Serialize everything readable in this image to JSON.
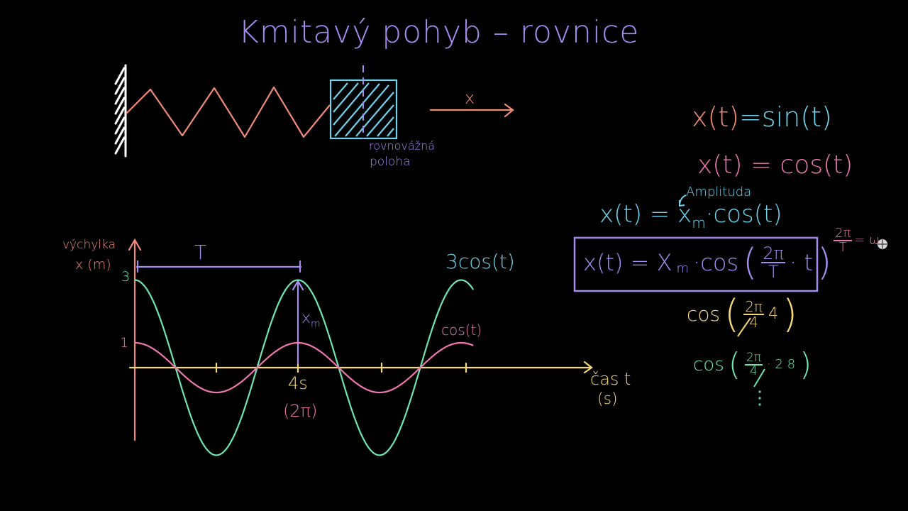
{
  "title": "Kmitavý pohyb – rovnice",
  "colors": {
    "background": "#000000",
    "title": "#a58cf0",
    "spring": "#f08a78",
    "block": "#6fd3ee",
    "equilibrium": "#a58cf0",
    "axis_y": "#f08a78",
    "axis_x": "#f5d77a",
    "cos_series": "#ee77b0",
    "three_cos_series": "#6ee6b4",
    "period": "#a58cf0",
    "wall": "#ffffff"
  },
  "spring_diagram": {
    "displacement_label": "x",
    "equilibrium_label_line1": "rovnovážná",
    "equilibrium_label_line2": "poloha"
  },
  "equations": {
    "eq1_lhs": "x(t)",
    "eq1_rhs": "=sin(t)",
    "eq2": "x(t) = cos(t)",
    "amplitude_note": "Amplituda",
    "eq3_lhs": "x(t) = x",
    "eq3_sub": "m",
    "eq3_rhs": "·cos(t)",
    "boxed_lhs": "x(t) = X",
    "boxed_sub": "m",
    "boxed_cos": "·cos",
    "boxed_frac_num": "2π",
    "boxed_frac_den": "T",
    "boxed_tail": "· t",
    "omega_num": "2π",
    "omega_den": "T",
    "omega_rhs": "= ω",
    "example1_cos": "cos",
    "example1_num": "2π",
    "example1_den": "4",
    "example1_arg": "4",
    "example2_cos": "cos",
    "example2_num": "2π",
    "example2_den": "4",
    "example2_arg": "· 2 8",
    "ellipsis": "⋮"
  },
  "graph": {
    "y_axis_label_line1": "výchylka",
    "y_axis_label_line2": "x (m)",
    "x_axis_label_line1": "čas t",
    "x_axis_label_line2": "(s)",
    "y_tick_3": "3",
    "y_tick_1": "1",
    "period_label": "T",
    "amplitude_label": "x",
    "amplitude_sub": "m",
    "x_tick_label": "4s",
    "x_tick_sublabel": "(2π)",
    "series_label_3cos": "3cos(t)",
    "series_label_cos": "cos(t)"
  },
  "chart_data": {
    "type": "line",
    "title": "Kmitavý pohyb – rovnice",
    "xlabel": "čas t (s)",
    "ylabel": "výchylka x (m)",
    "x": [
      0,
      1,
      2,
      3,
      4,
      5,
      6,
      7,
      8,
      8.3
    ],
    "x_tick_labels": [
      {
        "x": 4,
        "label": "4s (2π)"
      }
    ],
    "x_ticks": [
      0,
      2,
      4,
      6,
      8
    ],
    "y_ticks": [
      1,
      3
    ],
    "xlim": [
      0,
      9.5
    ],
    "ylim": [
      -3,
      3.5
    ],
    "period_T": 4,
    "series": [
      {
        "name": "cos(t)",
        "amplitude": 1,
        "values": [
          1,
          0,
          -1,
          0,
          1,
          0,
          -1,
          0,
          1,
          0.93
        ]
      },
      {
        "name": "3cos(t)",
        "amplitude": 3,
        "values": [
          3,
          0,
          -3,
          0,
          3,
          0,
          -3,
          0,
          3,
          2.6
        ]
      }
    ],
    "annotations": [
      "T (period bracket from 0 to 4s)",
      "x_m (amplitude arrow at 4s)"
    ],
    "grid": false,
    "legend": "inline labels near curve ends"
  }
}
